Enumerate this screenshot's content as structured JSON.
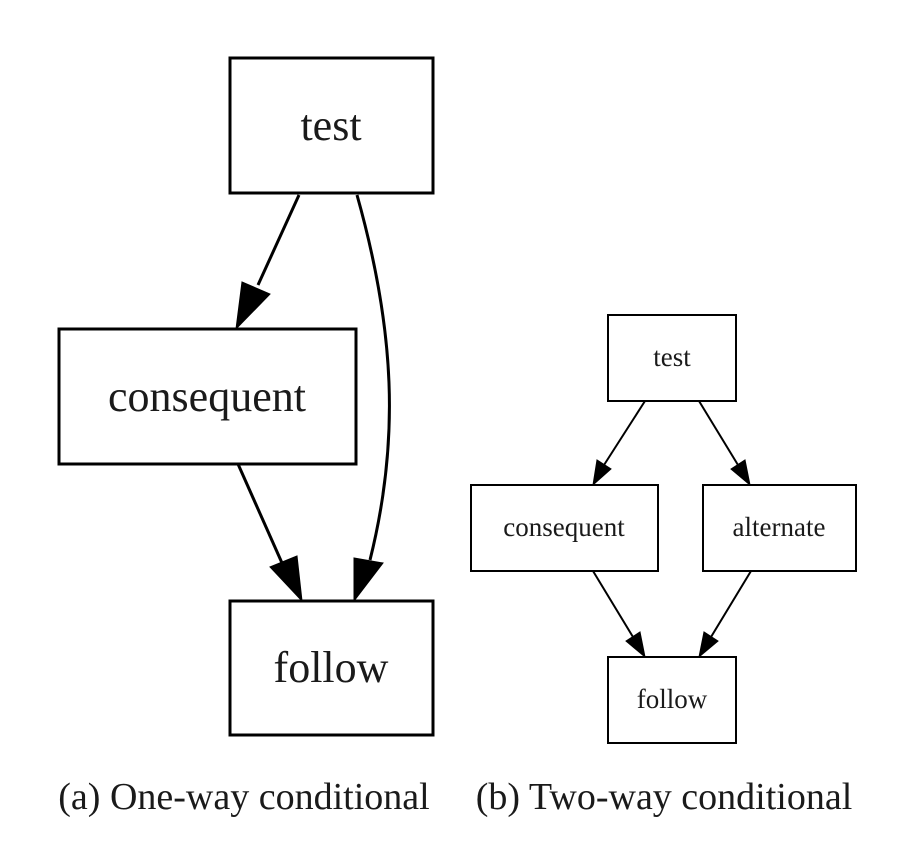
{
  "diagram_a": {
    "nodes": {
      "test": "test",
      "consequent": "consequent",
      "follow": "follow"
    },
    "caption": "(a) One-way conditional"
  },
  "diagram_b": {
    "nodes": {
      "test": "test",
      "consequent": "consequent",
      "alternate": "alternate",
      "follow": "follow"
    },
    "caption": "(b) Two-way conditional"
  },
  "colors": {
    "stroke": "#000000",
    "text": "#1a1a1a",
    "background": "#ffffff"
  }
}
